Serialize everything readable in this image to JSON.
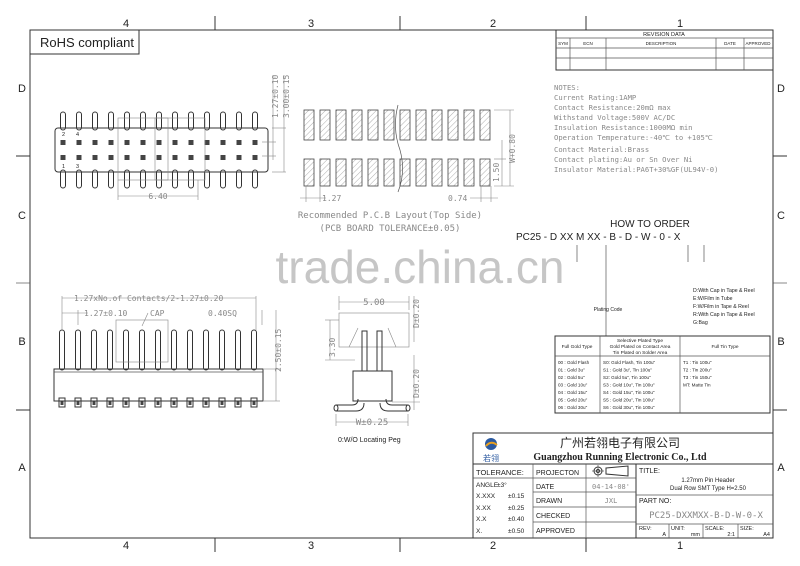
{
  "frame": {
    "zone_columns": [
      "4",
      "3",
      "2",
      "1"
    ],
    "zone_rows": [
      "D",
      "C",
      "B",
      "A"
    ]
  },
  "rohs_label": "RoHS compliant",
  "revision_table": {
    "title": "REVISION DATA",
    "headers": [
      "SYM",
      "ECN",
      "DESCRIPTION",
      "DATE",
      "APPROVED"
    ],
    "rows": [
      [
        "",
        "",
        "",
        "",
        ""
      ],
      [
        "",
        "",
        "",
        "",
        ""
      ]
    ]
  },
  "notes": {
    "heading": "NOTES:",
    "lines": [
      "Current Rating:1AMP",
      "Contact Resistance:20mΩ max",
      "Withstand Voltage:500V AC/DC",
      "Insulation Resistance:1000MΩ min",
      "Operation Temperature:-40℃ to +105℃",
      "Contact Material:Brass",
      "Contact plating:Au or Sn Over Ni",
      "Insulator Material:PA6T+30%GF(UL94V-0)"
    ]
  },
  "top_view": {
    "pin_labels": [
      "2",
      "4",
      "1",
      "3"
    ],
    "dim_width": "6.40",
    "dim_pitch": "1.27±0.10",
    "dim_height": "3.00±0.15"
  },
  "pcb_layout": {
    "dim_pitch": "1.27",
    "dim_pad_width": "0.74",
    "dim_pad_length": "1.50",
    "dim_span": "W+0.80",
    "caption_1": "Recommended P.C.B Layout(Top Side)",
    "caption_2": "(PCB BOARD TOLERANCE±0.05)"
  },
  "front_view": {
    "dim_overall": "1.27xNo.of Contacts/2-1.27±0.20",
    "dim_pitch": "1.27±0.10",
    "cap_label": "CAP",
    "dim_post": "0.40SQ",
    "dim_height": "2.50±0.15"
  },
  "side_view": {
    "dim_cap_width": "5.00",
    "dim_cap_height": "3.30",
    "dim_d1": "D±0.20",
    "dim_d2": "D±0.20",
    "dim_w": "W±0.25",
    "caption": "0:W/O Locating Peg"
  },
  "how_to_order": {
    "title": "HOW TO ORDER",
    "part_code": "PC25 - D XX M XX - B - D - W - 0 - X",
    "plating_code_label": "Plating Code",
    "packaging_options": [
      "D:With Cap in Tape & Reel",
      "E:W/Film in Tube",
      "F:W/Film in Tape & Reel",
      "R:With Cap in Tape & Reel",
      "G:Bag"
    ],
    "plating_table": {
      "headers": [
        "Full Gold Type",
        "Selective Plated Type\nGold Plated on Contact Area\nTin Plated on Solder Area",
        "Full Tin Type"
      ],
      "col1": [
        "00 : Gold Flash",
        "01 : Gold 3u\"",
        "02 : Gold 5u\"",
        "03 : Gold 10u\"",
        "04 : Gold 15u\"",
        "05 : Gold 20u\"",
        "06 : Gold 30u\""
      ],
      "col2": [
        "S0: Gold Flash, Tin 100u\"",
        "S1 : Gold 3u\",  Tin 100u\"",
        "S2: Gold 5u\",  Tin 100u\"",
        "S3 : Gold 10u\",  Tin 100u\"",
        "S4 : Gold 15u\",  Tin 100u\"",
        "S5 : Gold 20u\",  Tin 100u\"",
        "S6 : Gold 30u\",  Tin 100u\""
      ],
      "col3": [
        "T1 : Tin 100u\"",
        "T2 : Tin 200u\"",
        "T3 : Tin 150u\"",
        "MT: Matte Tin"
      ]
    }
  },
  "title_block": {
    "company_cn": "广州若翎电子有限公司",
    "company_en": "Guangzhou Running Electronic Co., Ltd",
    "logo_text": "若翎",
    "tolerance": {
      "heading": "TOLERANCE:",
      "rows": [
        {
          "label": "ANGLE",
          "value": "±3°"
        },
        {
          "label": "X.XXX",
          "value": "±0.15"
        },
        {
          "label": "X.XX",
          "value": "±0.25"
        },
        {
          "label": "X.X",
          "value": "±0.40"
        },
        {
          "label": "X.",
          "value": "±0.50"
        }
      ]
    },
    "fields": {
      "projection_label": "PROJECTON",
      "date_label": "DATE",
      "date_value": "04-14-08'",
      "drawn_label": "DRAWN",
      "drawn_value": "JXL",
      "checked_label": "CHECKED",
      "checked_value": "",
      "approved_label": "APPROVED",
      "approved_value": ""
    },
    "title_label": "TITLE:",
    "title_line1": "1.27mm Pin Header",
    "title_line2": "Dual Row SMT Type H=2.50",
    "part_no_label": "PART NO:",
    "part_no_value": "PC25-DXXMXX-B-D-W-0-X",
    "rev_label": "REV:",
    "rev_value": "A",
    "unit_label": "UNIT:",
    "unit_value": "mm",
    "scale_label": "SCALE:",
    "scale_value": "2:1",
    "size_label": "SIZE:",
    "size_value": "A4"
  },
  "watermark": "trade.china.cn"
}
